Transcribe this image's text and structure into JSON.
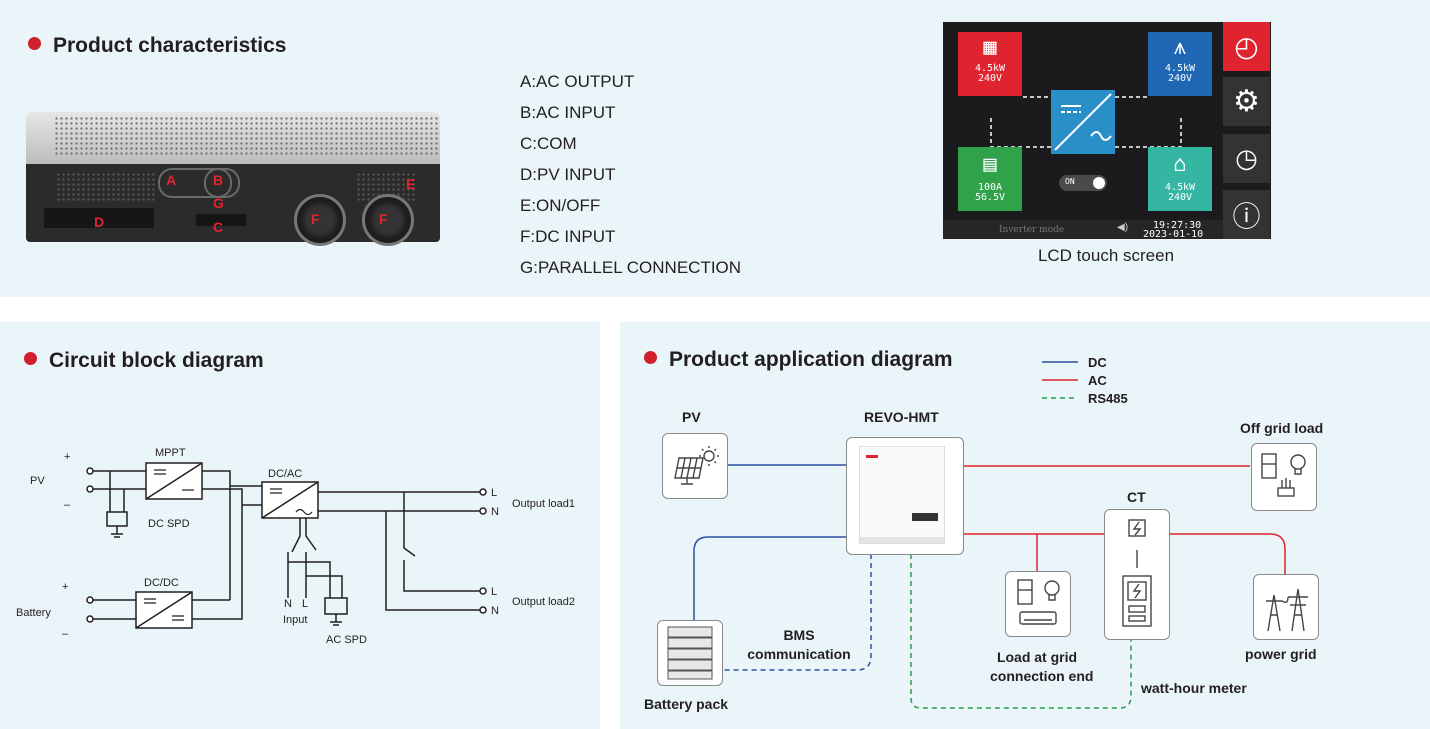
{
  "sections": {
    "characteristics": "Product characteristics",
    "circuit": "Circuit block diagram",
    "application": "Product application diagram"
  },
  "ports_legend": [
    "A:AC OUTPUT",
    "B:AC INPUT",
    "C:COM",
    "D:PV INPUT",
    "E:ON/OFF",
    "F:DC INPUT",
    "G:PARALLEL CONNECTION"
  ],
  "port_letters": {
    "a": "A",
    "b": "B",
    "c": "C",
    "d": "D",
    "e": "E",
    "f": "F",
    "g": "G"
  },
  "lcd": {
    "caption": "LCD touch screen",
    "pv_power": "4.5kW",
    "pv_voltage": "240V",
    "grid_power": "4.5kW",
    "grid_voltage": "240V",
    "battery_current": "100A",
    "battery_voltage": "56.5V",
    "load_power": "4.5kW",
    "load_voltage": "240V",
    "toggle": "ON",
    "mode": "Inverter mode",
    "time": "19:27:30",
    "date": "2023-01-10"
  },
  "circuit": {
    "mppt": "MPPT",
    "pv": "PV",
    "dc_spd": "DC SPD",
    "dcac": "DC/AC",
    "dcdc": "DC/DC",
    "battery": "Battery",
    "plus": "+",
    "minus": "–",
    "L": "L",
    "N": "N",
    "output1": "Output load1",
    "output2": "Output load2",
    "input": "Input",
    "ac_spd": "AC SPD"
  },
  "application": {
    "legend": [
      {
        "label": "DC",
        "color": "#2e4fa3",
        "dashed": false
      },
      {
        "label": "AC",
        "color": "#e0242f",
        "dashed": false
      },
      {
        "label": "RS485",
        "color": "#2a9d4b",
        "dashed": true
      }
    ],
    "pv": "PV",
    "inverter": "REVO-HMT",
    "off_grid_load": "Off grid load",
    "ct": "CT",
    "bms": "BMS",
    "communication": "communication",
    "load_grid_1": "Load at grid",
    "load_grid_2": "connection end",
    "power_grid": "power grid",
    "battery_pack": "Battery pack",
    "meter": "watt-hour meter"
  }
}
